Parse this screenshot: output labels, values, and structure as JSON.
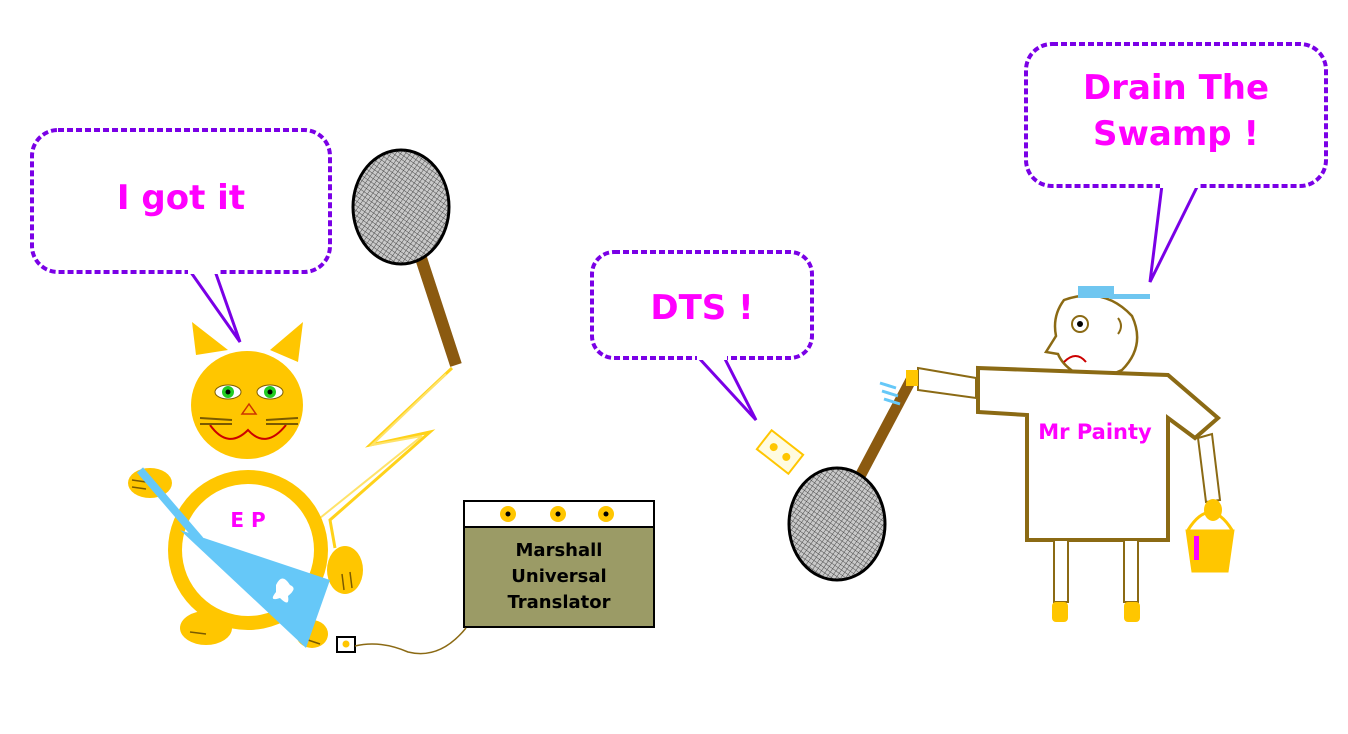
{
  "speech": {
    "cat": "I got it",
    "ball": "DTS !",
    "painter": [
      "Drain The",
      "Swamp !"
    ]
  },
  "labels": {
    "cat_body": "E P",
    "painter_shirt": "Mr Painty"
  },
  "amplifier": {
    "lines": [
      "Marshall",
      "Universal",
      "Translator"
    ]
  },
  "colors": {
    "speech_text": "#ff00ff",
    "bubble_outline": "#7a00e6",
    "cat_fur": "#ffc600",
    "guitar": "#66c8f8",
    "handle": "#8b5a10",
    "amp_body": "#9b9b66",
    "painter_outline": "#8b6a14",
    "cap": "#6fc6f0",
    "lightning": "#ffd21a"
  },
  "icons": [
    "speech-bubble-icon",
    "cat-icon",
    "fly-swatter-icon",
    "lightning-bolt-icon",
    "guitar-icon",
    "amplifier-icon",
    "painter-icon",
    "paint-bucket-icon",
    "ticket-icon"
  ]
}
